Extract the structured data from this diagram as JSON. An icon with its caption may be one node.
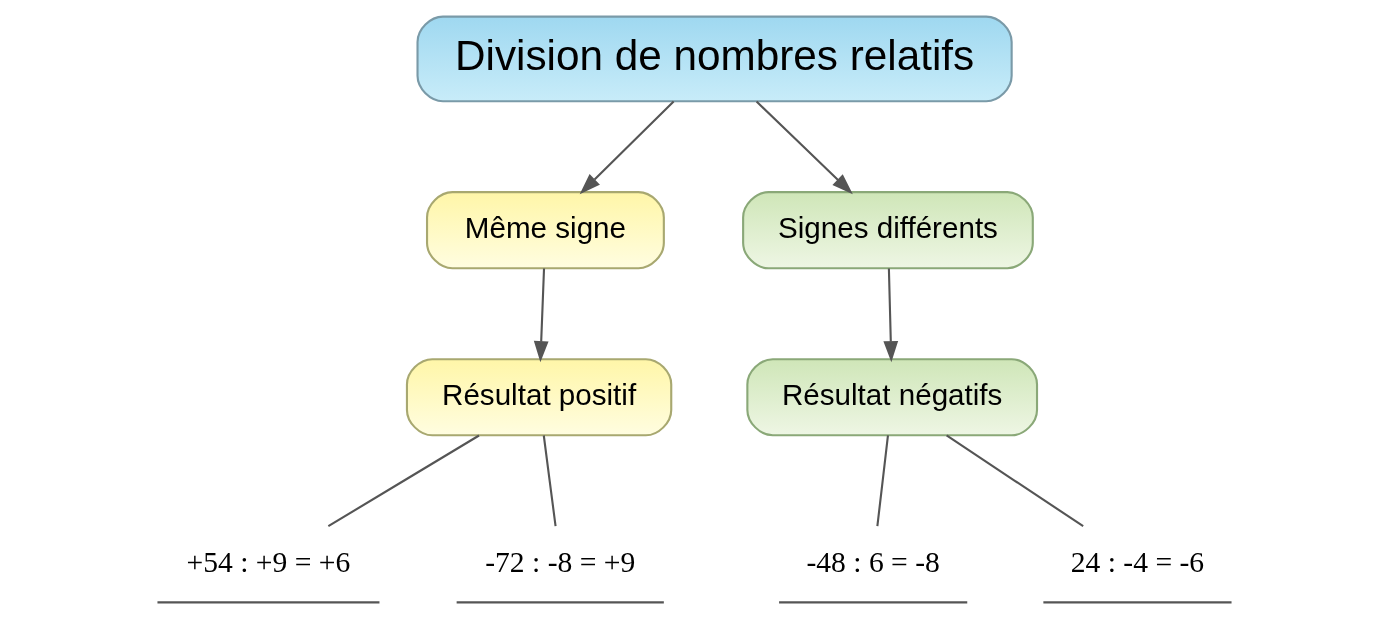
{
  "diagram": {
    "nodes": [
      {
        "text": [
          "Division de nombres relatifs"
        ]
      },
      {
        "text": [
          "Même signe"
        ]
      },
      {
        "text": [
          "Résultat positif"
        ]
      },
      {
        "text": [
          "+54 : +9 = +6"
        ]
      },
      {
        "text": [
          "-72 : -8 = +9"
        ]
      },
      {
        "text": [
          "Signes différents"
        ]
      },
      {
        "text": [
          "Résultat négatifs"
        ]
      },
      {
        "text": [
          "-48 : 6 = -8"
        ]
      },
      {
        "text": [
          "24 : -4 = -6"
        ]
      }
    ],
    "edges": [
      {
        "from": 0,
        "to": 1,
        "arrow": "to"
      },
      {
        "from": 1,
        "to": 2,
        "arrow": "to"
      },
      {
        "from": 2,
        "to": 3,
        "arrow": "none"
      },
      {
        "from": 2,
        "to": 4,
        "arrow": "none"
      },
      {
        "from": 0,
        "to": 5,
        "arrow": "to"
      },
      {
        "from": 5,
        "to": 6,
        "arrow": "to"
      },
      {
        "from": 6,
        "to": 7,
        "arrow": "none"
      },
      {
        "from": 6,
        "to": 8,
        "arrow": "none"
      }
    ]
  }
}
